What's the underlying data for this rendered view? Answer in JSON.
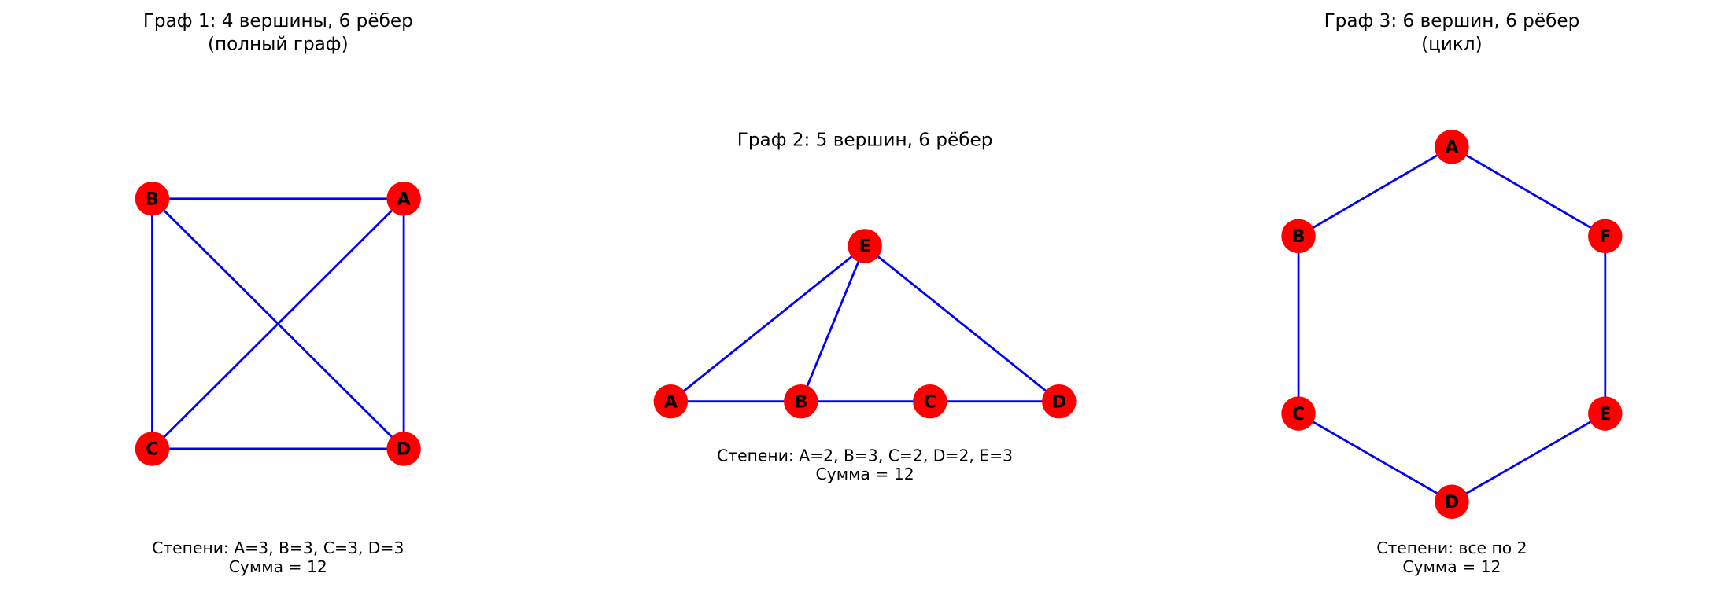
{
  "colors": {
    "node": "#ff0000",
    "edge": "#0000ff",
    "label": "#000000"
  },
  "graphs": [
    {
      "title": [
        "Граф 1: 4 вершины, 6 рёбер",
        "(полный граф)"
      ],
      "nodes": [
        "A",
        "B",
        "C",
        "D"
      ],
      "edges": [
        [
          "A",
          "B"
        ],
        [
          "A",
          "C"
        ],
        [
          "A",
          "D"
        ],
        [
          "B",
          "C"
        ],
        [
          "B",
          "D"
        ],
        [
          "C",
          "D"
        ]
      ],
      "notes": [
        "Степени: A=3, B=3, C=3, D=3",
        "Сумма = 12"
      ]
    },
    {
      "title": [
        "Граф 2: 5 вершин, 6 рёбер"
      ],
      "nodes": [
        "A",
        "B",
        "C",
        "D",
        "E"
      ],
      "edges": [
        [
          "A",
          "E"
        ],
        [
          "B",
          "E"
        ],
        [
          "E",
          "D"
        ],
        [
          "A",
          "B"
        ],
        [
          "B",
          "C"
        ],
        [
          "C",
          "D"
        ]
      ],
      "notes": [
        "Степени: A=2, B=3, C=2, D=2, E=3",
        "Сумма = 12"
      ]
    },
    {
      "title": [
        "Граф 3: 6 вершин, 6 рёбер",
        "(цикл)"
      ],
      "nodes": [
        "A",
        "B",
        "C",
        "D",
        "E",
        "F"
      ],
      "edges": [
        [
          "A",
          "F"
        ],
        [
          "F",
          "E"
        ],
        [
          "E",
          "D"
        ],
        [
          "D",
          "C"
        ],
        [
          "C",
          "B"
        ],
        [
          "B",
          "A"
        ]
      ],
      "notes": [
        "Степени: все по 2",
        "Сумма = 12"
      ]
    }
  ]
}
